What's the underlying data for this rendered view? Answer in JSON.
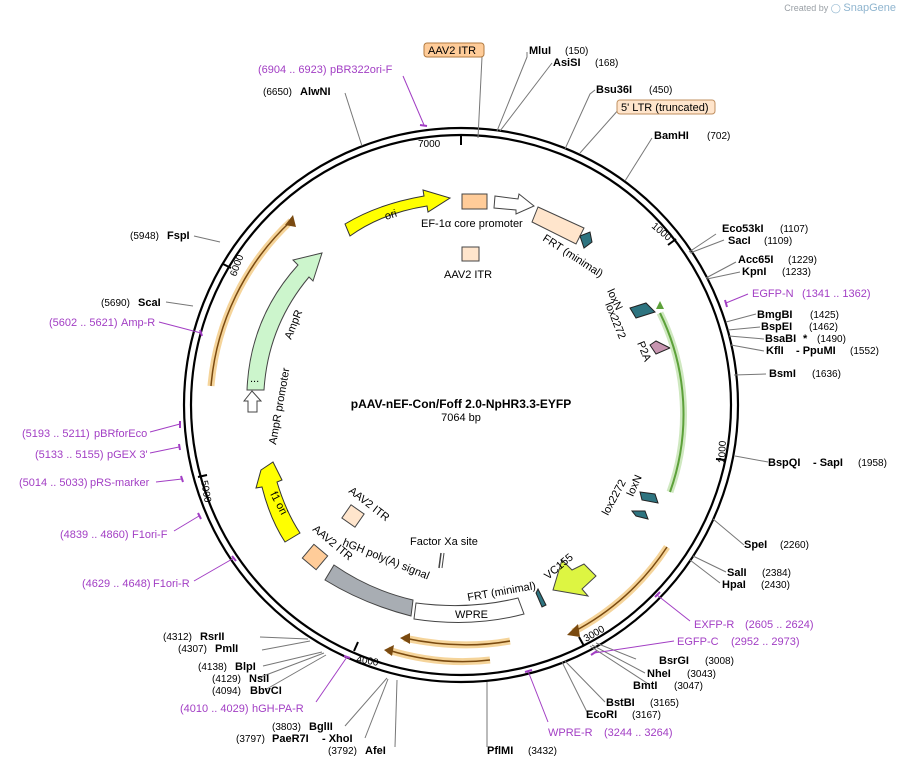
{
  "credit": {
    "prefix": "Created by",
    "brand": "SnapGene"
  },
  "plasmid": {
    "name": "pAAV-nEF-Con/Foff 2.0-NpHR3.3-EYFP",
    "length": "7064 bp"
  },
  "ticks": [
    "1000",
    "2000",
    "3000",
    "4000",
    "5000",
    "6000",
    "7000"
  ],
  "sites": {
    "MluI": "MluI",
    "MluI_pos": "(150)",
    "AsiSI": "AsiSI",
    "AsiSI_pos": "(168)",
    "Bsu36I": "Bsu36I",
    "Bsu36I_pos": "(450)",
    "BamHI": "BamHI",
    "BamHI_pos": "(702)",
    "Eco53kI": "Eco53kI",
    "Eco53kI_pos": "(1107)",
    "SacI": "SacI",
    "SacI_pos": "(1109)",
    "Acc65I": "Acc65I",
    "Acc65I_pos": "(1229)",
    "KpnI": "KpnI",
    "KpnI_pos": "(1233)",
    "BmgBI": "BmgBI",
    "BmgBI_pos": "(1425)",
    "BspEI": "BspEI",
    "BspEI_pos": "(1462)",
    "BsaBI": "BsaBI",
    "BsaBI_star": "*",
    "BsaBI_pos": "(1490)",
    "KflI": "KflI",
    "PpuMI": "- PpuMI",
    "KflI_pos": "(1552)",
    "BsmI": "BsmI",
    "BsmI_pos": "(1636)",
    "BspQI": "BspQI",
    "SapI": "- SapI",
    "BspQI_pos": "(1958)",
    "SpeI": "SpeI",
    "SpeI_pos": "(2260)",
    "SalI": "SalI",
    "SalI_pos": "(2384)",
    "HpaI": "HpaI",
    "HpaI_pos": "(2430)",
    "BsrGI": "BsrGI",
    "BsrGI_pos": "(3008)",
    "NheI": "NheI",
    "NheI_pos": "(3043)",
    "BmtI": "BmtI",
    "BmtI_pos": "(3047)",
    "BstBI": "BstBI",
    "BstBI_pos": "(3165)",
    "EcoRI": "EcoRI",
    "EcoRI_pos": "(3167)",
    "PflMI": "PflMI",
    "PflMI_pos": "(3432)",
    "AfeI": "AfeI",
    "AfeI_pos": "(3792)",
    "PaeR7I": "PaeR7I",
    "XhoI": "- XhoI",
    "PaeR7I_pos": "(3797)",
    "BglII": "BglII",
    "BglII_pos": "(3803)",
    "BbvCI": "BbvCI",
    "BbvCI_pos": "(4094)",
    "NsiI": "NsiI",
    "NsiI_pos": "(4129)",
    "BlpI": "BlpI",
    "BlpI_pos": "(4138)",
    "PmlI": "PmlI",
    "PmlI_pos": "(4307)",
    "RsrII": "RsrII",
    "RsrII_pos": "(4312)",
    "ScaI": "ScaI",
    "ScaI_pos": "(5690)",
    "FspI": "FspI",
    "FspI_pos": "(5948)",
    "AlwNI": "AlwNI",
    "AlwNI_pos": "(6650)"
  },
  "primers": {
    "pBR322ori_F": "pBR322ori-F",
    "pBR322ori_F_range": "(6904 .. 6923)",
    "EGFP_N": "EGFP-N",
    "EGFP_N_range": "(1341 .. 1362)",
    "EXFP_R": "EXFP-R",
    "EXFP_R_range": "(2605 .. 2624)",
    "EGFP_C": "EGFP-C",
    "EGFP_C_range": "(2952 .. 2973)",
    "WPRE_R": "WPRE-R",
    "WPRE_R_range": "(3244 .. 3264)",
    "hGH_PA_R": "hGH-PA-R",
    "hGH_PA_R_range": "(4010 .. 4029)",
    "F1ori_R": "F1ori-R",
    "F1ori_R_range": "(4629 .. 4648)",
    "F1ori_F": "F1ori-F",
    "F1ori_F_range": "(4839 .. 4860)",
    "pRS_marker": "pRS-marker",
    "pRS_marker_range": "(5014 .. 5033)",
    "pGEX3": "pGEX 3'",
    "pGEX3_range": "(5133 .. 5155)",
    "pBRforEco": "pBRforEco",
    "pBRforEco_range": "(5193 .. 5211)",
    "Amp_R": "Amp-R",
    "Amp_R_range": "(5602 .. 5621)"
  },
  "features": {
    "aav2_itr_top": "AAV2 ITR",
    "ltr_truncated": "5' LTR (truncated)",
    "ef1a": "EF-1α core promoter",
    "aav2_itr_inner": "AAV2 ITR",
    "frt_top": "FRT (minimal)",
    "loxN_top": "loxN",
    "lox2272_top": "lox2272",
    "p2a": "P2A",
    "lox2272_bot": "lox2272",
    "loxN_bot": "loxN",
    "vc155": "VC155",
    "frt_bot": "FRT (minimal)",
    "wpre": "WPRE",
    "factor_xa": "Factor Xa site",
    "hgh_polya": "hGH poly(A) signal",
    "aav2_itr_left1": "AAV2 ITR",
    "aav2_itr_left2": "AAV2 ITR",
    "f1ori": "f1 ori",
    "ampr_promoter": "AmpR promoter",
    "ampr": "AmpR",
    "ori": "ori",
    "ampr_dots": "..."
  },
  "colors": {
    "primer": "#a23ec4",
    "ori": "#ffff00",
    "ampr": "#ccf5cc",
    "itr": "#ffcc99",
    "ltr": "#ffe5cc",
    "lox": "#2e7480",
    "p2a": "#c795b0",
    "polya": "#a8adb3",
    "vc155": "#ddf542",
    "orange_orf": "#f5b24d",
    "green_orf": "#5da13a"
  }
}
